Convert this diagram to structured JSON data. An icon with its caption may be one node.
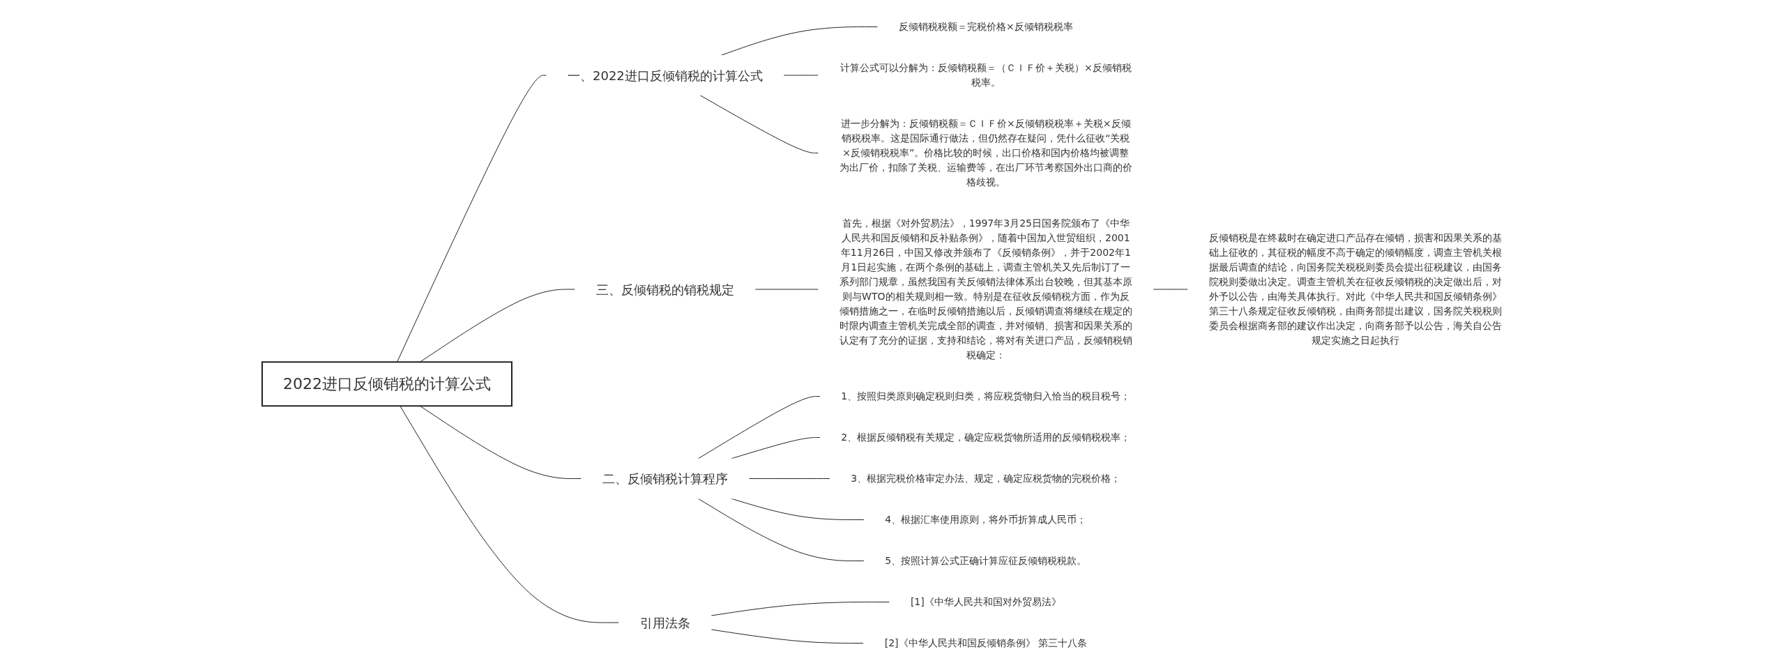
{
  "diagram": {
    "nodes": [
      {
        "text": [
          "2022进口反倾销税的计算公式"
        ]
      },
      {
        "text": [
          "一、2022进口反倾销税的计算公式"
        ]
      },
      {
        "text": [
          "反倾销税税额＝完税价格×反倾销税税率"
        ]
      },
      {
        "text": [
          "计算公式可以分解为：反倾销税额＝（ＣＩＦ价＋关税）×反倾销税税率。"
        ]
      },
      {
        "text": [
          "进一步分解为：反倾销税额＝ＣＩＦ价×反倾销税税率＋关税×反倾销税税率。这是国际通行做法，但仍然存在疑问，凭什么征收“关税×反倾销税税率”。价格比较的时候，出口价格和国内价格均被调整为出厂价，扣除了关税、运输费等，在出厂环节考察国外出口商的价格歧视。"
        ]
      },
      {
        "text": [
          "三、反倾销税的销税规定"
        ]
      },
      {
        "text": [
          "首先，根据《对外贸易法》，1997年3月25日国务院颁布了《中华人民共和国反倾销和反补贴条例》，随着中国加入世贸组织，2001年11月26日，中国又修改并颁布了《反倾销条例》，并于2002年1月1日起实施，在两个条例的基础上，调查主管机关又先后制订了一系列部门规章，虽然我国有关反倾销法律体系出台较晚，但其基本原则与WTO的相关规则相一致。特别是在征收反倾销税方面，作为反倾销措施之一，在临时反倾销措施以后，反倾销调查将继续在规定的时限内调查主管机关完成全部的调查，并对倾销、损害和因果关系的认定有了充分的证据，支持和结论，将对有关进口产品，反倾销税销税确定："
        ]
      },
      {
        "text": [
          "反倾销税是在终裁时在确定进口产品存在倾销，损害和因果关系的基础上征收的，其征税的幅度不高于确定的倾销幅度，调查主管机关根据最后调查的结论，向国务院关税税则委员会提出征税建议，由国务院税则委做出决定。调查主管机关在征收反倾销税的决定做出后，对外予以公告，由海关具体执行。对此《中华人民共和国反倾销条例》第三十八条规定征收反倾销税，由商务部提出建议，国务院关税税则委员会根据商务部的建议作出决定，向商务部予以公告，海关自公告规定实施之日起执行"
        ]
      },
      {
        "text": [
          "二、反倾销税计算程序"
        ]
      },
      {
        "text": [
          "1、按照归类原则确定税则归类，将应税货物归入恰当的税目税号；"
        ]
      },
      {
        "text": [
          "2、根据反倾销税有关规定，确定应税货物所适用的反倾销税税率；"
        ]
      },
      {
        "text": [
          "3、根据完税价格审定办法、规定，确定应税货物的完税价格；"
        ]
      },
      {
        "text": [
          "4、根据汇率使用原则，将外币折算成人民币；"
        ]
      },
      {
        "text": [
          "5、按照计算公式正确计算应征反倾销税税款。"
        ]
      },
      {
        "text": [
          "引用法条"
        ]
      },
      {
        "text": [
          "[1]《中华人民共和国对外贸易法》"
        ]
      },
      {
        "text": [
          "[2]《中华人民共和国反倾销条例》 第三十八条"
        ]
      }
    ],
    "edges": [
      {
        "from": 0,
        "to": 1,
        "arrow": "none"
      },
      {
        "from": 1,
        "to": 2,
        "arrow": "none"
      },
      {
        "from": 1,
        "to": 3,
        "arrow": "none"
      },
      {
        "from": 1,
        "to": 4,
        "arrow": "none"
      },
      {
        "from": 0,
        "to": 5,
        "arrow": "none"
      },
      {
        "from": 5,
        "to": 6,
        "arrow": "none"
      },
      {
        "from": 6,
        "to": 7,
        "arrow": "none"
      },
      {
        "from": 0,
        "to": 8,
        "arrow": "none"
      },
      {
        "from": 8,
        "to": 9,
        "arrow": "none"
      },
      {
        "from": 8,
        "to": 10,
        "arrow": "none"
      },
      {
        "from": 8,
        "to": 11,
        "arrow": "none"
      },
      {
        "from": 8,
        "to": 12,
        "arrow": "none"
      },
      {
        "from": 8,
        "to": 13,
        "arrow": "none"
      },
      {
        "from": 0,
        "to": 14,
        "arrow": "none"
      },
      {
        "from": 14,
        "to": 15,
        "arrow": "none"
      },
      {
        "from": 14,
        "to": 16,
        "arrow": "none"
      }
    ]
  }
}
